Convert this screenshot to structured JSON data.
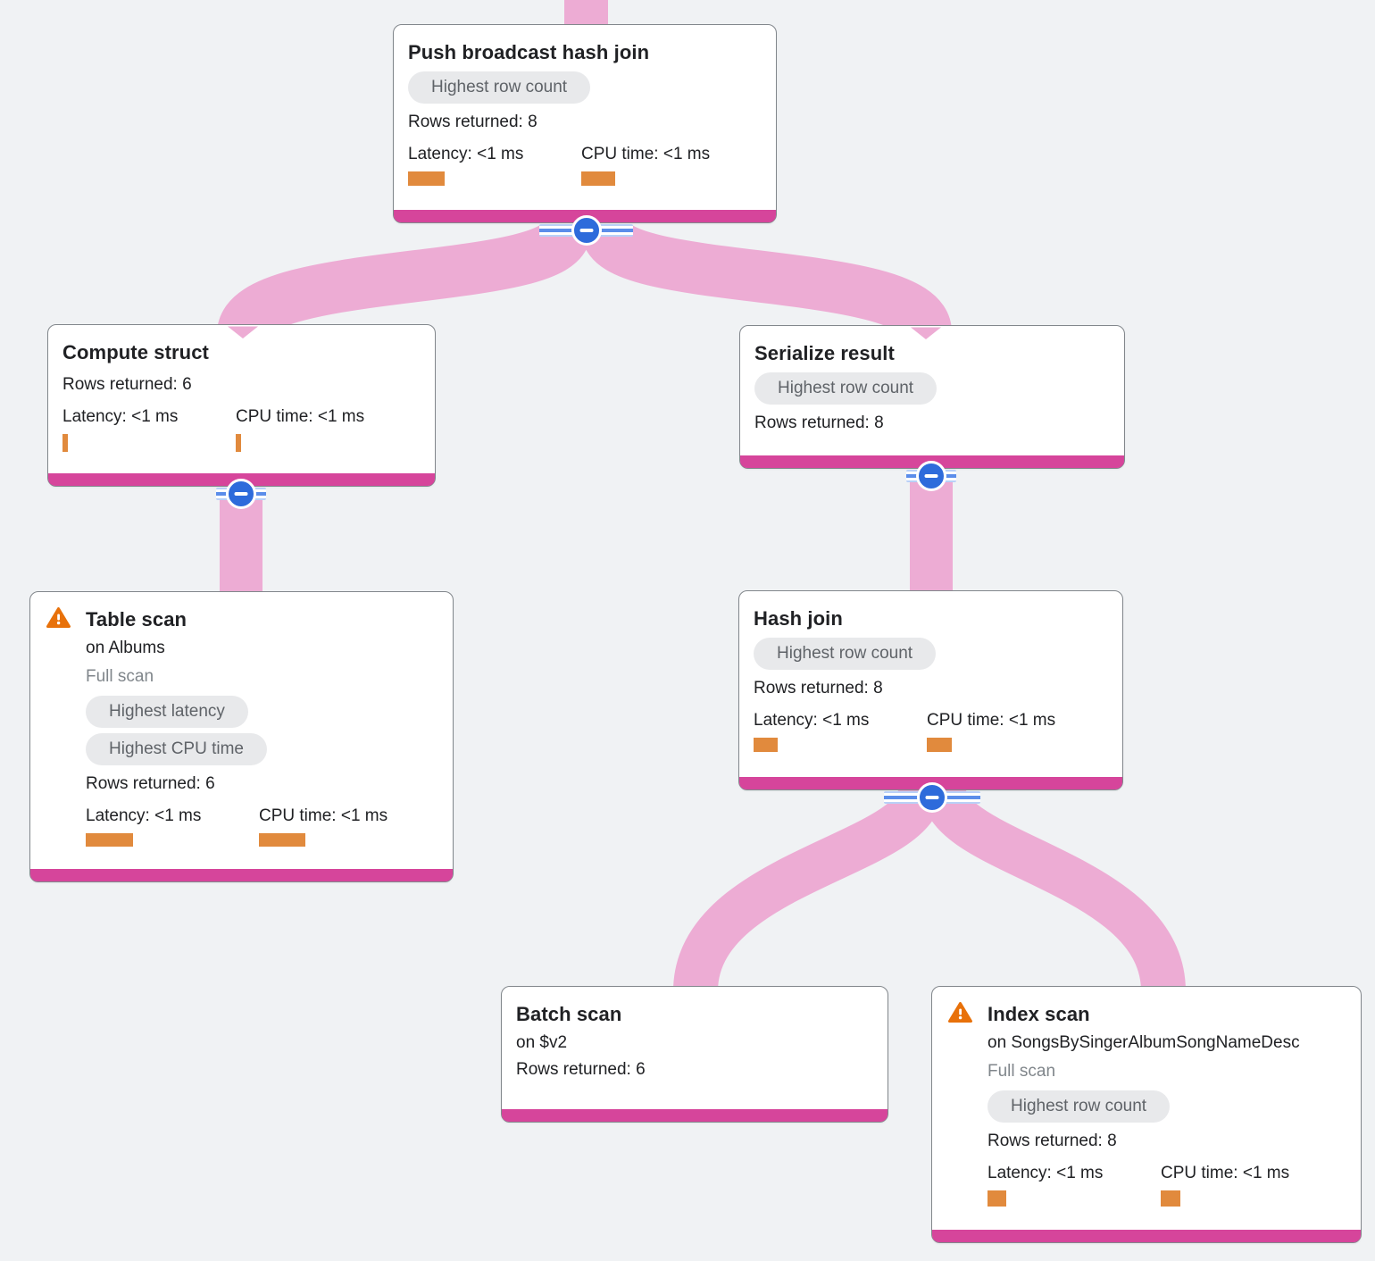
{
  "diagram": {
    "type": "query-plan-tree",
    "background": "#F0F2F4",
    "colors": {
      "ribbon": "#EDACD4",
      "node_accent_bar": "#D6459B",
      "metric_bar": "#E18A3D",
      "warning": "#E8710A",
      "collapse_button": "#2E6BDB",
      "badge_bg": "#E8E9EB",
      "badge_text": "#5F6368",
      "muted_text": "#80868B",
      "text": "#202124",
      "card_border": "#82878C"
    }
  },
  "icons": {
    "warning-icon": "orange rounded triangle with white exclamation mark",
    "minus-icon": "−",
    "collapse-stripes": "white band with three blue horizontal lines"
  },
  "nodes": {
    "push_broadcast_hash_join": {
      "title": "Push broadcast hash join",
      "badges": [
        "Highest row count"
      ],
      "rows_returned": "Rows returned: 8",
      "latency_label": "Latency: <1 ms",
      "cpu_label": "CPU time: <1 ms",
      "latency_bar": {
        "width": 41,
        "height": 16
      },
      "cpu_bar": {
        "width": 38,
        "height": 16
      },
      "collapsible": true
    },
    "compute_struct": {
      "title": "Compute struct",
      "rows_returned": "Rows returned: 6",
      "latency_label": "Latency: <1 ms",
      "cpu_label": "CPU time: <1 ms",
      "latency_bar": {
        "width": 6,
        "height": 20
      },
      "cpu_bar": {
        "width": 6,
        "height": 20
      },
      "collapsible": true
    },
    "table_scan": {
      "title": "Table scan",
      "target": "on Albums",
      "scan_mode": "Full scan",
      "warning": true,
      "badges": [
        "Highest latency",
        "Highest CPU time"
      ],
      "rows_returned": "Rows returned: 6",
      "latency_label": "Latency: <1 ms",
      "cpu_label": "CPU time: <1 ms",
      "latency_bar": {
        "width": 53,
        "height": 15
      },
      "cpu_bar": {
        "width": 52,
        "height": 15
      },
      "collapsible": false
    },
    "serialize_result": {
      "title": "Serialize result",
      "badges": [
        "Highest row count"
      ],
      "rows_returned": "Rows returned: 8",
      "collapsible": true
    },
    "hash_join": {
      "title": "Hash join",
      "badges": [
        "Highest row count"
      ],
      "rows_returned": "Rows returned: 8",
      "latency_label": "Latency: <1 ms",
      "cpu_label": "CPU time: <1 ms",
      "latency_bar": {
        "width": 27,
        "height": 16
      },
      "cpu_bar": {
        "width": 28,
        "height": 16
      },
      "collapsible": true
    },
    "batch_scan": {
      "title": "Batch scan",
      "target": "on $v2",
      "rows_returned": "Rows returned: 6",
      "collapsible": false
    },
    "index_scan": {
      "title": "Index scan",
      "target": "on SongsBySingerAlbumSongNameDesc",
      "scan_mode": "Full scan",
      "warning": true,
      "badges": [
        "Highest row count"
      ],
      "rows_returned": "Rows returned: 8",
      "latency_label": "Latency: <1 ms",
      "cpu_label": "CPU time: <1 ms",
      "latency_bar": {
        "width": 21,
        "height": 18
      },
      "cpu_bar": {
        "width": 22,
        "height": 18
      },
      "collapsible": false
    }
  },
  "edges": [
    {
      "from": "push_broadcast_hash_join",
      "to": "compute_struct"
    },
    {
      "from": "push_broadcast_hash_join",
      "to": "serialize_result"
    },
    {
      "from": "compute_struct",
      "to": "table_scan"
    },
    {
      "from": "serialize_result",
      "to": "hash_join"
    },
    {
      "from": "hash_join",
      "to": "batch_scan"
    },
    {
      "from": "hash_join",
      "to": "index_scan"
    }
  ]
}
